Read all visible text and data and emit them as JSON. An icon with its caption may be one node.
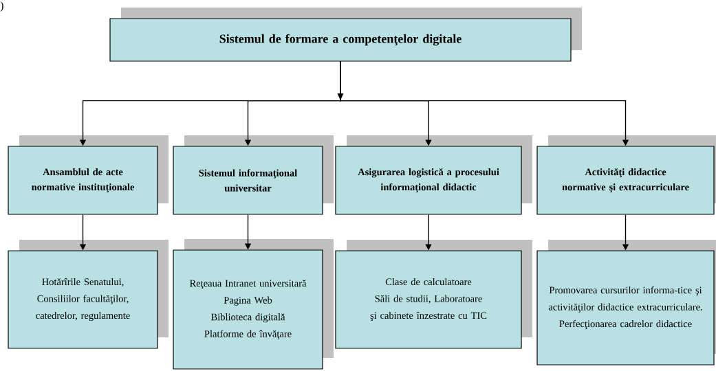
{
  "diagram": {
    "nodes": [
      {
        "text": [
          "Sistemul de formare a competenţelor digitale"
        ]
      },
      {
        "text": [
          "Ansamblul de acte normative instituţionale"
        ]
      },
      {
        "text": [
          "Sistemul informaţional universitar"
        ]
      },
      {
        "text": [
          "Asigurarea logistică a procesului informaţional didactic"
        ]
      },
      {
        "text": [
          "Activităţi didactice normative şi extracurriculare"
        ]
      },
      {
        "text": [
          "Hotărîrile Senatului, Consiliilor facultăţilor, catedrelor, regulamente"
        ]
      },
      {
        "text": [
          "Reţeaua Intranet universitară",
          "Pagina Web",
          "Biblioteca digitală",
          "Platforme de învăţare"
        ]
      },
      {
        "text": [
          "Clase de calculatoare",
          "Săli de studii, Laboratoare şi cabinete înzestrate cu TIC"
        ]
      },
      {
        "text": [
          "Promovarea cursurilor informa-tice şi activităţilor didactice extracurriculare.",
          "Perfecţionarea cadrelor didactice"
        ]
      }
    ],
    "edges": [
      {
        "from": 0,
        "to": 1,
        "arrow": "to"
      },
      {
        "from": 0,
        "to": 2,
        "arrow": "to"
      },
      {
        "from": 0,
        "to": 3,
        "arrow": "to"
      },
      {
        "from": 0,
        "to": 4,
        "arrow": "to"
      },
      {
        "from": 1,
        "to": 5,
        "arrow": "to"
      },
      {
        "from": 2,
        "to": 6,
        "arrow": "to"
      },
      {
        "from": 3,
        "to": 7,
        "arrow": "to"
      },
      {
        "from": 4,
        "to": 8,
        "arrow": "to"
      }
    ],
    "labels": [
      ")"
    ]
  }
}
